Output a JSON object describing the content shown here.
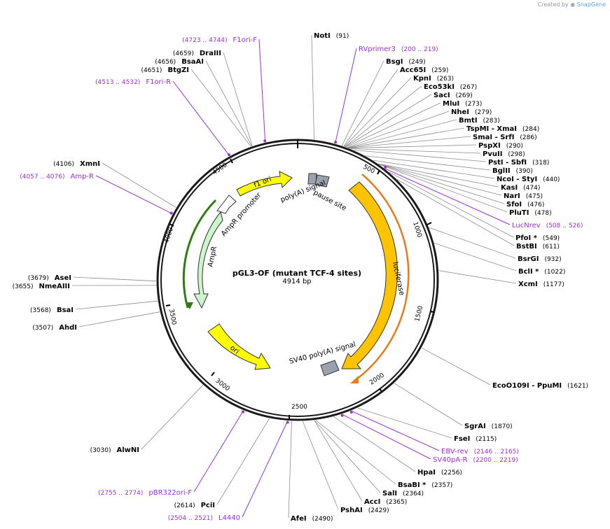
{
  "credit": {
    "prefix": "Created by",
    "brand": "SnapGene"
  },
  "plasmid": {
    "name": "pGL3-OF (mutant TCF-4 sites)",
    "length_text": "4914 bp"
  },
  "ticks": [
    "500",
    "1000",
    "1500",
    "2000",
    "2500",
    "3000",
    "3500",
    "4000",
    "4500"
  ],
  "features": {
    "f1ori": "f1 ori",
    "ampr_promoter": "AmpR promoter",
    "ampr": "AmpR",
    "ori": "ori",
    "luciferase": "luciferase",
    "polya": "poly(A) signal",
    "pause": "pause site",
    "sv40": "SV40 poly(A) signal"
  },
  "enzymes": [
    {
      "name": "NotI",
      "coord": "(91)"
    },
    {
      "name": "BsgI",
      "coord": "(249)"
    },
    {
      "name": "Acc65I",
      "coord": "(259)"
    },
    {
      "name": "KpnI",
      "coord": "(263)"
    },
    {
      "name": "Eco53kI",
      "coord": "(267)"
    },
    {
      "name": "SacI",
      "coord": "(269)"
    },
    {
      "name": "MluI",
      "coord": "(273)"
    },
    {
      "name": "NheI",
      "coord": "(279)"
    },
    {
      "name": "BmtI",
      "coord": "(283)"
    },
    {
      "name": "TspMI - XmaI",
      "coord": "(284)"
    },
    {
      "name": "SmaI - SrfI",
      "coord": "(286)"
    },
    {
      "name": "PspXI",
      "coord": "(290)"
    },
    {
      "name": "PvuII",
      "coord": "(298)"
    },
    {
      "name": "PstI - SbfI",
      "coord": "(318)"
    },
    {
      "name": "BglII",
      "coord": "(390)"
    },
    {
      "name": "NcoI - StyI",
      "coord": "(440)"
    },
    {
      "name": "KasI",
      "coord": "(474)"
    },
    {
      "name": "NarI",
      "coord": "(475)"
    },
    {
      "name": "SfoI",
      "coord": "(476)"
    },
    {
      "name": "PluTI",
      "coord": "(478)"
    },
    {
      "name": "PfoI *",
      "coord": "(549)"
    },
    {
      "name": "BstBI",
      "coord": "(611)"
    },
    {
      "name": "BsrGI",
      "coord": "(932)"
    },
    {
      "name": "BclI *",
      "coord": "(1022)"
    },
    {
      "name": "XcmI",
      "coord": "(1177)"
    },
    {
      "name": "EcoO109I - PpuMI",
      "coord": "(1621)"
    },
    {
      "name": "SgrAI",
      "coord": "(1870)"
    },
    {
      "name": "FseI",
      "coord": "(2115)"
    },
    {
      "name": "HpaI",
      "coord": "(2256)"
    },
    {
      "name": "BsaBI *",
      "coord": "(2357)"
    },
    {
      "name": "SalI",
      "coord": "(2364)"
    },
    {
      "name": "AccI",
      "coord": "(2365)"
    },
    {
      "name": "PshAI",
      "coord": "(2429)"
    },
    {
      "name": "AfeI",
      "coord": "(2490)"
    },
    {
      "name": "PciI",
      "coord": "(2614)"
    },
    {
      "name": "AlwNI",
      "coord": "(3030)"
    },
    {
      "name": "AhdI",
      "coord": "(3507)"
    },
    {
      "name": "BsaI",
      "coord": "(3568)"
    },
    {
      "name": "NmeAIII",
      "coord": "(3655)"
    },
    {
      "name": "AseI",
      "coord": "(3679)"
    },
    {
      "name": "XmnI",
      "coord": "(4106)"
    },
    {
      "name": "BtgZI",
      "coord": "(4651)"
    },
    {
      "name": "BsaAI",
      "coord": "(4656)"
    },
    {
      "name": "DraIII",
      "coord": "(4659)"
    }
  ],
  "primers": [
    {
      "name": "F1ori-F",
      "coord": "(4723 .. 4744)"
    },
    {
      "name": "RVprimer3",
      "coord": "(200 .. 219)"
    },
    {
      "name": "F1ori-R",
      "coord": "(4513 .. 4532)"
    },
    {
      "name": "Amp-R",
      "coord": "(4057 .. 4076)"
    },
    {
      "name": "LucNrev",
      "coord": "(508 .. 526)"
    },
    {
      "name": "EBV-rev",
      "coord": "(2146 .. 2165)"
    },
    {
      "name": "SV40pA-R",
      "coord": "(2200 .. 2219)"
    },
    {
      "name": "pBR322ori-F",
      "coord": "(2755 .. 2774)"
    },
    {
      "name": "L4440",
      "coord": "(2504 .. 2521)"
    }
  ],
  "colors": {
    "backbone": "#1a1a1a",
    "primer": "#9b30d9",
    "f1ori": "#ffff00",
    "ori": "#ffff00",
    "luciferase": "#ffc300",
    "ampr": "#ccf5cc",
    "ampr_bar": "#2e7d0f",
    "luc_bar": "#e87a1b",
    "polya": "#9aa3ad",
    "leader": "#8c8c8c"
  }
}
